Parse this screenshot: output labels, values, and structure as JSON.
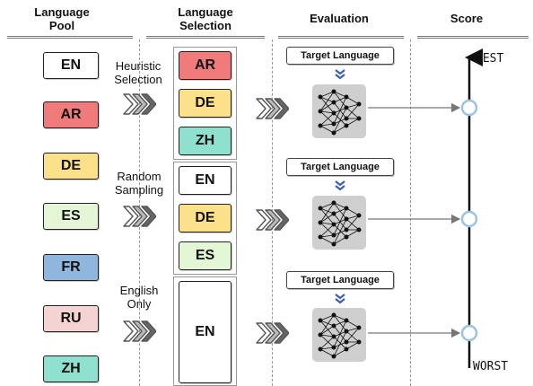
{
  "headers": {
    "pool": "Language\nPool",
    "selection": "Language\nSelection",
    "evaluation": "Evaluation",
    "score": "Score"
  },
  "pool": [
    {
      "code": "EN",
      "color": "#ffffff"
    },
    {
      "code": "AR",
      "color": "#ef7b7b"
    },
    {
      "code": "DE",
      "color": "#fde08a"
    },
    {
      "code": "ES",
      "color": "#e3f6d6"
    },
    {
      "code": "FR",
      "color": "#8fb6dd"
    },
    {
      "code": "RU",
      "color": "#f5d3d3"
    },
    {
      "code": "ZH",
      "color": "#8fe0cf"
    }
  ],
  "strategies": [
    {
      "name": "Heuristic\nSelection",
      "languages": [
        {
          "code": "AR",
          "color": "#ef7b7b"
        },
        {
          "code": "DE",
          "color": "#fde08a"
        },
        {
          "code": "ZH",
          "color": "#8fe0cf"
        }
      ],
      "target": "Target Language"
    },
    {
      "name": "Random\nSampling",
      "languages": [
        {
          "code": "EN",
          "color": "#ffffff"
        },
        {
          "code": "DE",
          "color": "#fde08a"
        },
        {
          "code": "ES",
          "color": "#e3f6d6"
        }
      ],
      "target": "Target Language"
    },
    {
      "name": "English\nOnly",
      "languages": [
        {
          "code": "EN",
          "color": "#ffffff"
        }
      ],
      "target": "Target Language"
    }
  ],
  "score": {
    "best": "BEST",
    "worst": "WORST"
  },
  "colors": {
    "rule": "#777777",
    "node_fill": "#cfcfcf",
    "circle": "#9cc3df",
    "arrow": "#777777"
  }
}
